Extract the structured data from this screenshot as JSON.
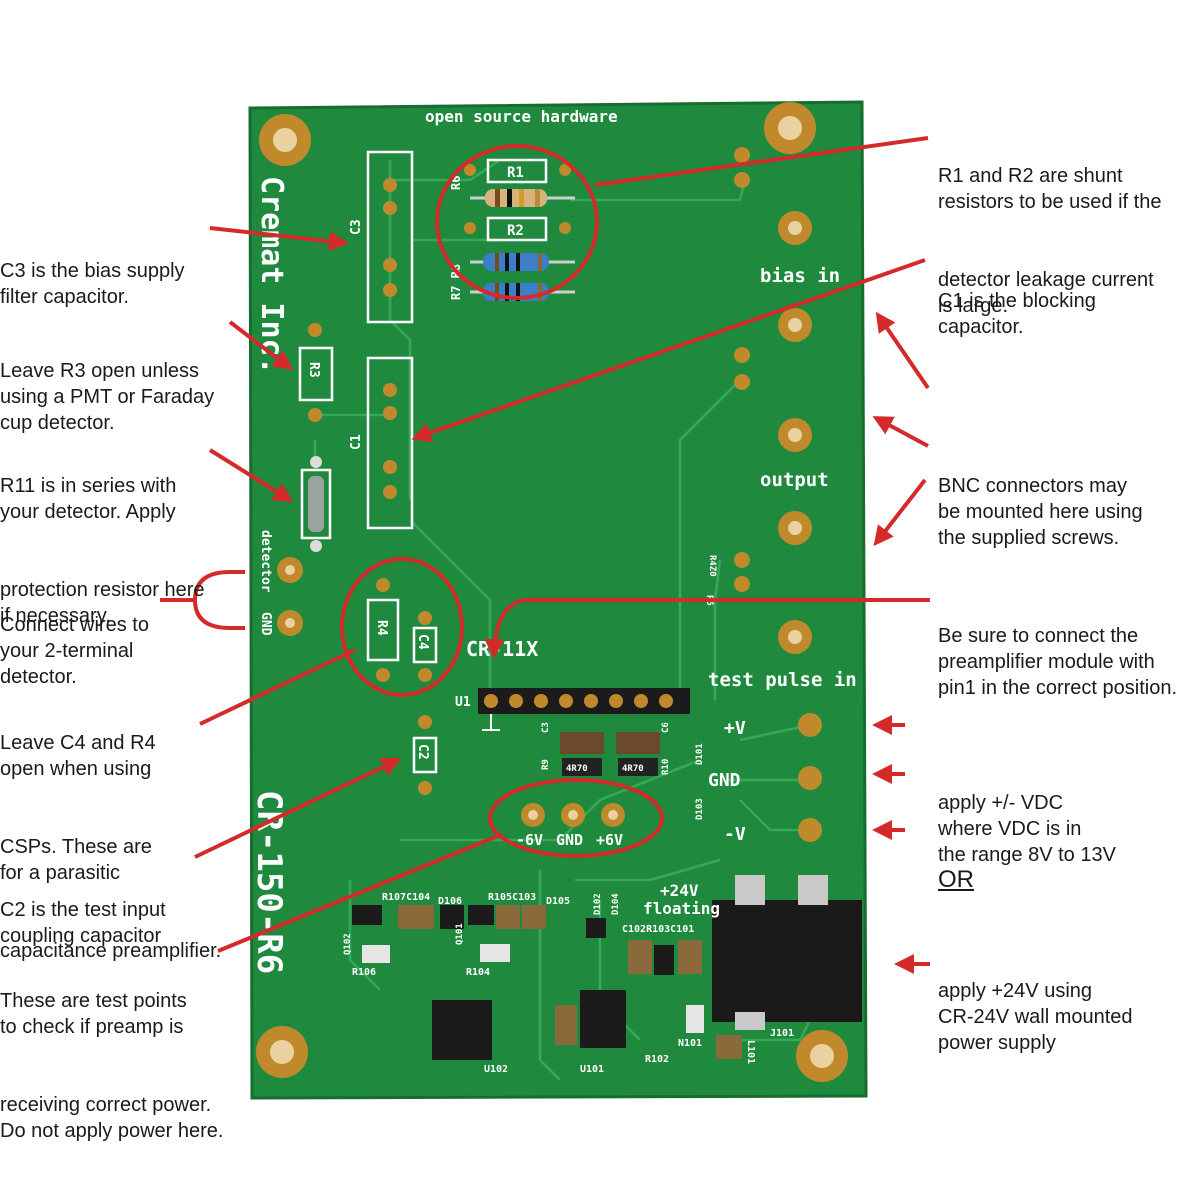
{
  "board": {
    "header": "open source hardware",
    "maker": "Cremat Inc.",
    "model": "CR-150-R6",
    "module_socket": "CR-11X",
    "labels": {
      "bias_in": "bias in",
      "output": "output",
      "test_pulse_in": "test pulse in",
      "detector": "detector",
      "gnd": "GND",
      "plus_v": "+V",
      "minus_v": "-V",
      "gnd_center": "GND",
      "tp_neg": "-6V",
      "tp_gnd": "GND",
      "tp_pos": "+6V",
      "plus24v": "+24V",
      "floating": "floating"
    },
    "components": {
      "r1": "R1",
      "r2": "R2",
      "r3": "R3",
      "r4": "R4",
      "c1": "C1",
      "c2": "C2",
      "c3": "C3",
      "c4": "C4",
      "r6": "R6",
      "r7r8": "R7 R8",
      "u1": "U1",
      "c3small": "C3",
      "c6": "C6",
      "r9": "R9",
      "r10": "R10",
      "res_4r70a": "4R70",
      "res_4r70b": "4R70",
      "r5label": "R5",
      "d101": "D101",
      "d102": "D102",
      "d103": "D103",
      "d104": "D104",
      "d105": "D105",
      "d106": "D106",
      "q101": "Q101",
      "q102": "Q102",
      "r104": "R104",
      "r106": "R106",
      "r107c104": "R107C104",
      "r105c103": "R105C103",
      "c102r103c101": "C102R103C101",
      "u101": "U101",
      "u102": "U102",
      "r102": "R102",
      "n101": "N101",
      "l101": "L101",
      "j101": "J101",
      "r4z0": "R4Z0"
    }
  },
  "annotations": {
    "r1r2": [
      "R1 and R2 are shunt",
      "resistors to be used if the",
      "detector leakage current",
      "is large."
    ],
    "c1": [
      "C1 is the blocking",
      "capacitor."
    ],
    "c3": [
      "C3 is the bias supply",
      "filter capacitor."
    ],
    "r3": [
      "Leave R3 open unless",
      "using a PMT or Faraday",
      "cup detector."
    ],
    "r11": [
      "R11 is in series with",
      "your detector. Apply",
      "protection resistor here",
      "if necessary."
    ],
    "detector": [
      "Connect wires to",
      "your 2-terminal",
      "detector."
    ],
    "bnc": [
      "BNC connectors may",
      "be mounted here using",
      "the supplied screws."
    ],
    "pin1": [
      "Be sure to connect the",
      "preamplifier module with",
      "pin1 in the correct position."
    ],
    "c4r4": [
      "Leave C4 and R4",
      "open when using",
      "CSPs. These are",
      "for a parasitic",
      "capacitance preamplifier."
    ],
    "vdc": [
      "apply +/- VDC",
      "where VDC is in",
      "the range 8V to 13V"
    ],
    "or": "OR",
    "c2": [
      "C2 is the test input",
      "coupling capacitor"
    ],
    "testpoints": [
      "These are test points",
      "to check if preamp is",
      "receiving correct power.",
      "Do not apply power here."
    ],
    "plus24": [
      "apply +24V using",
      "CR-24V wall mounted",
      "power supply"
    ]
  },
  "colors": {
    "pcb": "#1f8a3e",
    "pcb_dark": "#176d30",
    "trace": "#2fa24f",
    "pad": "#c08a2c",
    "silkscreen": "#ffffff",
    "annotation": "#d42a2a",
    "text": "#1a1a1a"
  }
}
